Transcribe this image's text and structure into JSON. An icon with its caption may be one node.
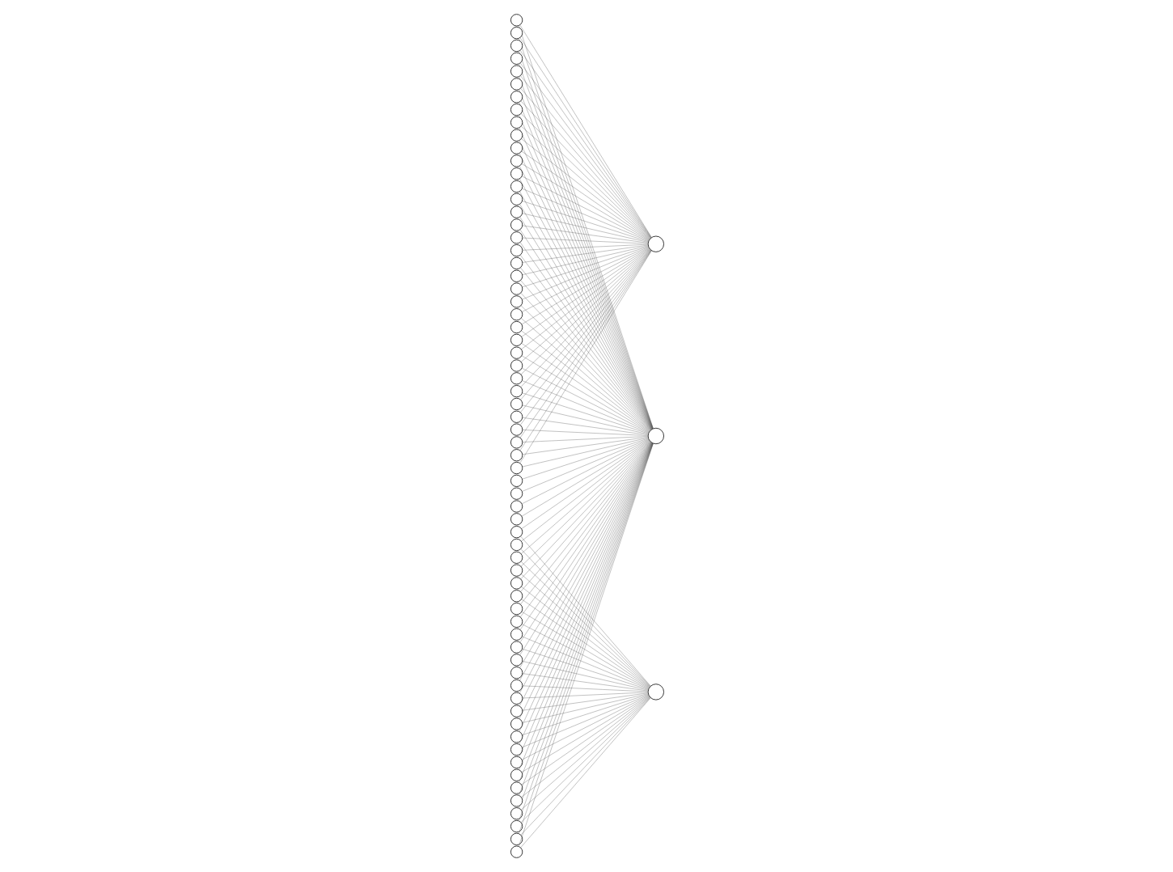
{
  "diagram": {
    "nodes": [
      {
        "text": [],
        "shape": "circle"
      },
      {
        "text": [],
        "shape": "circle"
      },
      {
        "text": [],
        "shape": "circle"
      },
      {
        "text": [],
        "shape": "circle"
      },
      {
        "text": [],
        "shape": "circle"
      },
      {
        "text": [],
        "shape": "circle"
      },
      {
        "text": [],
        "shape": "circle"
      },
      {
        "text": [],
        "shape": "circle"
      },
      {
        "text": [],
        "shape": "circle"
      },
      {
        "text": [],
        "shape": "circle"
      },
      {
        "text": [],
        "shape": "circle"
      },
      {
        "text": [],
        "shape": "circle"
      },
      {
        "text": [],
        "shape": "circle"
      },
      {
        "text": [],
        "shape": "circle"
      },
      {
        "text": [],
        "shape": "circle"
      },
      {
        "text": [],
        "shape": "circle"
      },
      {
        "text": [],
        "shape": "circle"
      },
      {
        "text": [],
        "shape": "circle"
      },
      {
        "text": [],
        "shape": "circle"
      },
      {
        "text": [],
        "shape": "circle"
      },
      {
        "text": [],
        "shape": "circle"
      },
      {
        "text": [],
        "shape": "circle"
      },
      {
        "text": [],
        "shape": "circle"
      },
      {
        "text": [],
        "shape": "circle"
      },
      {
        "text": [],
        "shape": "circle"
      },
      {
        "text": [],
        "shape": "circle"
      },
      {
        "text": [],
        "shape": "circle"
      },
      {
        "text": [],
        "shape": "circle"
      },
      {
        "text": [],
        "shape": "circle"
      },
      {
        "text": [],
        "shape": "circle"
      },
      {
        "text": [],
        "shape": "circle"
      },
      {
        "text": [],
        "shape": "circle"
      },
      {
        "text": [],
        "shape": "circle"
      },
      {
        "text": [],
        "shape": "circle"
      },
      {
        "text": [],
        "shape": "circle"
      },
      {
        "text": [],
        "shape": "circle"
      },
      {
        "text": [],
        "shape": "circle"
      },
      {
        "text": [],
        "shape": "circle"
      },
      {
        "text": [],
        "shape": "circle"
      },
      {
        "text": [],
        "shape": "circle"
      },
      {
        "text": [],
        "shape": "circle"
      },
      {
        "text": [],
        "shape": "circle"
      },
      {
        "text": [],
        "shape": "circle"
      },
      {
        "text": [],
        "shape": "circle"
      },
      {
        "text": [],
        "shape": "circle"
      },
      {
        "text": [],
        "shape": "circle"
      },
      {
        "text": [],
        "shape": "circle"
      },
      {
        "text": [],
        "shape": "circle"
      },
      {
        "text": [],
        "shape": "circle"
      },
      {
        "text": [],
        "shape": "circle"
      },
      {
        "text": [],
        "shape": "circle"
      },
      {
        "text": [],
        "shape": "circle"
      },
      {
        "text": [],
        "shape": "circle"
      },
      {
        "text": [],
        "shape": "circle"
      },
      {
        "text": [],
        "shape": "circle"
      },
      {
        "text": [],
        "shape": "circle"
      },
      {
        "text": [],
        "shape": "circle"
      },
      {
        "text": [],
        "shape": "circle"
      },
      {
        "text": [],
        "shape": "circle"
      },
      {
        "text": [],
        "shape": "circle"
      },
      {
        "text": [],
        "shape": "circle"
      },
      {
        "text": [],
        "shape": "circle"
      },
      {
        "text": [],
        "shape": "circle"
      },
      {
        "text": [],
        "shape": "circle"
      },
      {
        "text": [],
        "shape": "circle"
      },
      {
        "text": [],
        "shape": "circle"
      },
      {
        "text": [],
        "shape": "circle"
      },
      {
        "text": [],
        "shape": "circle"
      },
      {
        "text": [],
        "shape": "circle"
      }
    ],
    "edges": [
      {
        "from": 0,
        "to": 36,
        "arrow": "none"
      },
      {
        "from": 1,
        "to": 36,
        "arrow": "none"
      },
      {
        "from": 2,
        "to": 36,
        "arrow": "none"
      },
      {
        "from": 3,
        "to": 36,
        "arrow": "none"
      },
      {
        "from": 4,
        "to": 36,
        "arrow": "none"
      },
      {
        "from": 5,
        "to": 36,
        "arrow": "none"
      },
      {
        "from": 6,
        "to": 36,
        "arrow": "none"
      },
      {
        "from": 7,
        "to": 36,
        "arrow": "none"
      },
      {
        "from": 8,
        "to": 36,
        "arrow": "none"
      },
      {
        "from": 9,
        "to": 36,
        "arrow": "none"
      },
      {
        "from": 10,
        "to": 36,
        "arrow": "none"
      },
      {
        "from": 11,
        "to": 36,
        "arrow": "none"
      },
      {
        "from": 12,
        "to": 36,
        "arrow": "none"
      },
      {
        "from": 13,
        "to": 36,
        "arrow": "none"
      },
      {
        "from": 14,
        "to": 36,
        "arrow": "none"
      },
      {
        "from": 15,
        "to": 36,
        "arrow": "none"
      },
      {
        "from": 16,
        "to": 36,
        "arrow": "none"
      },
      {
        "from": 17,
        "to": 36,
        "arrow": "none"
      },
      {
        "from": 18,
        "to": 36,
        "arrow": "none"
      },
      {
        "from": 19,
        "to": 36,
        "arrow": "none"
      },
      {
        "from": 20,
        "to": 36,
        "arrow": "none"
      },
      {
        "from": 21,
        "to": 36,
        "arrow": "none"
      },
      {
        "from": 22,
        "to": 36,
        "arrow": "none"
      },
      {
        "from": 23,
        "to": 36,
        "arrow": "none"
      },
      {
        "from": 24,
        "to": 36,
        "arrow": "none"
      },
      {
        "from": 25,
        "to": 36,
        "arrow": "none"
      },
      {
        "from": 26,
        "to": 36,
        "arrow": "none"
      },
      {
        "from": 27,
        "to": 36,
        "arrow": "none"
      },
      {
        "from": 28,
        "to": 36,
        "arrow": "none"
      },
      {
        "from": 29,
        "to": 36,
        "arrow": "none"
      },
      {
        "from": 30,
        "to": 36,
        "arrow": "none"
      },
      {
        "from": 31,
        "to": 36,
        "arrow": "none"
      },
      {
        "from": 32,
        "to": 36,
        "arrow": "none"
      },
      {
        "from": 33,
        "to": 36,
        "arrow": "none"
      },
      {
        "from": 34,
        "to": 36,
        "arrow": "none"
      },
      {
        "from": 35,
        "to": 36,
        "arrow": "none"
      },
      {
        "from": 0,
        "to": 37,
        "arrow": "none"
      },
      {
        "from": 1,
        "to": 37,
        "arrow": "none"
      },
      {
        "from": 2,
        "to": 37,
        "arrow": "none"
      },
      {
        "from": 3,
        "to": 37,
        "arrow": "none"
      },
      {
        "from": 4,
        "to": 37,
        "arrow": "none"
      },
      {
        "from": 5,
        "to": 37,
        "arrow": "none"
      },
      {
        "from": 6,
        "to": 37,
        "arrow": "none"
      },
      {
        "from": 7,
        "to": 37,
        "arrow": "none"
      },
      {
        "from": 8,
        "to": 37,
        "arrow": "none"
      },
      {
        "from": 9,
        "to": 37,
        "arrow": "none"
      },
      {
        "from": 10,
        "to": 37,
        "arrow": "none"
      },
      {
        "from": 11,
        "to": 37,
        "arrow": "none"
      },
      {
        "from": 12,
        "to": 37,
        "arrow": "none"
      },
      {
        "from": 13,
        "to": 37,
        "arrow": "none"
      },
      {
        "from": 14,
        "to": 37,
        "arrow": "none"
      },
      {
        "from": 15,
        "to": 37,
        "arrow": "none"
      },
      {
        "from": 16,
        "to": 37,
        "arrow": "none"
      },
      {
        "from": 17,
        "to": 37,
        "arrow": "none"
      },
      {
        "from": 18,
        "to": 37,
        "arrow": "none"
      },
      {
        "from": 19,
        "to": 37,
        "arrow": "none"
      },
      {
        "from": 20,
        "to": 37,
        "arrow": "none"
      },
      {
        "from": 21,
        "to": 37,
        "arrow": "none"
      },
      {
        "from": 22,
        "to": 37,
        "arrow": "none"
      },
      {
        "from": 23,
        "to": 37,
        "arrow": "none"
      },
      {
        "from": 24,
        "to": 37,
        "arrow": "none"
      },
      {
        "from": 25,
        "to": 37,
        "arrow": "none"
      },
      {
        "from": 26,
        "to": 37,
        "arrow": "none"
      },
      {
        "from": 27,
        "to": 37,
        "arrow": "none"
      },
      {
        "from": 28,
        "to": 37,
        "arrow": "none"
      },
      {
        "from": 29,
        "to": 37,
        "arrow": "none"
      },
      {
        "from": 30,
        "to": 37,
        "arrow": "none"
      },
      {
        "from": 31,
        "to": 37,
        "arrow": "none"
      },
      {
        "from": 32,
        "to": 37,
        "arrow": "none"
      },
      {
        "from": 33,
        "to": 37,
        "arrow": "none"
      },
      {
        "from": 34,
        "to": 37,
        "arrow": "none"
      },
      {
        "from": 35,
        "to": 37,
        "arrow": "none"
      },
      {
        "from": 39,
        "to": 37,
        "arrow": "none"
      },
      {
        "from": 40,
        "to": 37,
        "arrow": "none"
      },
      {
        "from": 41,
        "to": 37,
        "arrow": "none"
      },
      {
        "from": 42,
        "to": 37,
        "arrow": "none"
      },
      {
        "from": 43,
        "to": 37,
        "arrow": "none"
      },
      {
        "from": 44,
        "to": 37,
        "arrow": "none"
      },
      {
        "from": 45,
        "to": 37,
        "arrow": "none"
      },
      {
        "from": 46,
        "to": 37,
        "arrow": "none"
      },
      {
        "from": 47,
        "to": 37,
        "arrow": "none"
      },
      {
        "from": 48,
        "to": 37,
        "arrow": "none"
      },
      {
        "from": 49,
        "to": 37,
        "arrow": "none"
      },
      {
        "from": 50,
        "to": 37,
        "arrow": "none"
      },
      {
        "from": 51,
        "to": 37,
        "arrow": "none"
      },
      {
        "from": 52,
        "to": 37,
        "arrow": "none"
      },
      {
        "from": 53,
        "to": 37,
        "arrow": "none"
      },
      {
        "from": 54,
        "to": 37,
        "arrow": "none"
      },
      {
        "from": 55,
        "to": 37,
        "arrow": "none"
      },
      {
        "from": 56,
        "to": 37,
        "arrow": "none"
      },
      {
        "from": 57,
        "to": 37,
        "arrow": "none"
      },
      {
        "from": 58,
        "to": 37,
        "arrow": "none"
      },
      {
        "from": 59,
        "to": 37,
        "arrow": "none"
      },
      {
        "from": 60,
        "to": 37,
        "arrow": "none"
      },
      {
        "from": 61,
        "to": 37,
        "arrow": "none"
      },
      {
        "from": 62,
        "to": 37,
        "arrow": "none"
      },
      {
        "from": 63,
        "to": 37,
        "arrow": "none"
      },
      {
        "from": 64,
        "to": 37,
        "arrow": "none"
      },
      {
        "from": 39,
        "to": 38,
        "arrow": "none"
      },
      {
        "from": 40,
        "to": 38,
        "arrow": "none"
      },
      {
        "from": 41,
        "to": 38,
        "arrow": "none"
      },
      {
        "from": 42,
        "to": 38,
        "arrow": "none"
      },
      {
        "from": 43,
        "to": 38,
        "arrow": "none"
      },
      {
        "from": 44,
        "to": 38,
        "arrow": "none"
      },
      {
        "from": 45,
        "to": 38,
        "arrow": "none"
      },
      {
        "from": 46,
        "to": 38,
        "arrow": "none"
      },
      {
        "from": 47,
        "to": 38,
        "arrow": "none"
      },
      {
        "from": 48,
        "to": 38,
        "arrow": "none"
      },
      {
        "from": 49,
        "to": 38,
        "arrow": "none"
      },
      {
        "from": 50,
        "to": 38,
        "arrow": "none"
      },
      {
        "from": 51,
        "to": 38,
        "arrow": "none"
      },
      {
        "from": 52,
        "to": 38,
        "arrow": "none"
      },
      {
        "from": 53,
        "to": 38,
        "arrow": "none"
      },
      {
        "from": 54,
        "to": 38,
        "arrow": "none"
      },
      {
        "from": 55,
        "to": 38,
        "arrow": "none"
      },
      {
        "from": 56,
        "to": 38,
        "arrow": "none"
      },
      {
        "from": 57,
        "to": 38,
        "arrow": "none"
      },
      {
        "from": 58,
        "to": 38,
        "arrow": "none"
      },
      {
        "from": 59,
        "to": 38,
        "arrow": "none"
      },
      {
        "from": 60,
        "to": 38,
        "arrow": "none"
      },
      {
        "from": 61,
        "to": 38,
        "arrow": "none"
      },
      {
        "from": 62,
        "to": 38,
        "arrow": "none"
      },
      {
        "from": 63,
        "to": 38,
        "arrow": "none"
      },
      {
        "from": 64,
        "to": 38,
        "arrow": "none"
      },
      {
        "from": 65,
        "to": 37,
        "arrow": "none"
      },
      {
        "from": 66,
        "to": 37,
        "arrow": "none"
      },
      {
        "from": 67,
        "to": 37,
        "arrow": "none"
      },
      {
        "from": 68,
        "to": 37,
        "arrow": "none"
      }
    ]
  }
}
